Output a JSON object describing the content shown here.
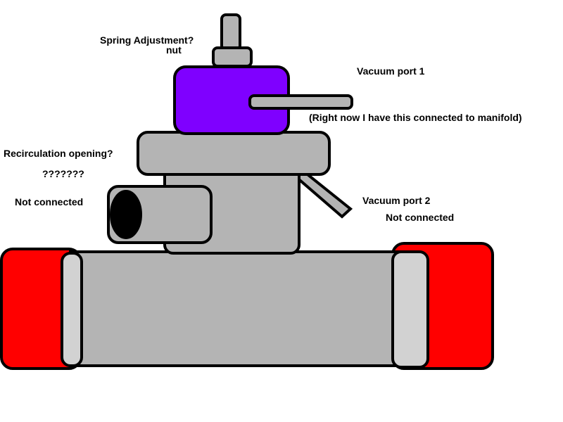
{
  "labels": {
    "spring": "Spring Adjustment?",
    "nut": "nut",
    "vacuum_port_1": "Vacuum port 1",
    "port1_note": "(Right now I have this connected to manifold)",
    "recirculation": "Recirculation opening?",
    "question_marks": "???????",
    "recirc_note": "Not connected",
    "vacuum_port_2": "Vacuum port 2",
    "port2_note": "Not connected"
  },
  "colors": {
    "body": "#b4b4b4",
    "cap": "#d2d2d2",
    "diaphragm": "#7f00ff",
    "hose": "#ff0000",
    "outline": "#000000"
  }
}
